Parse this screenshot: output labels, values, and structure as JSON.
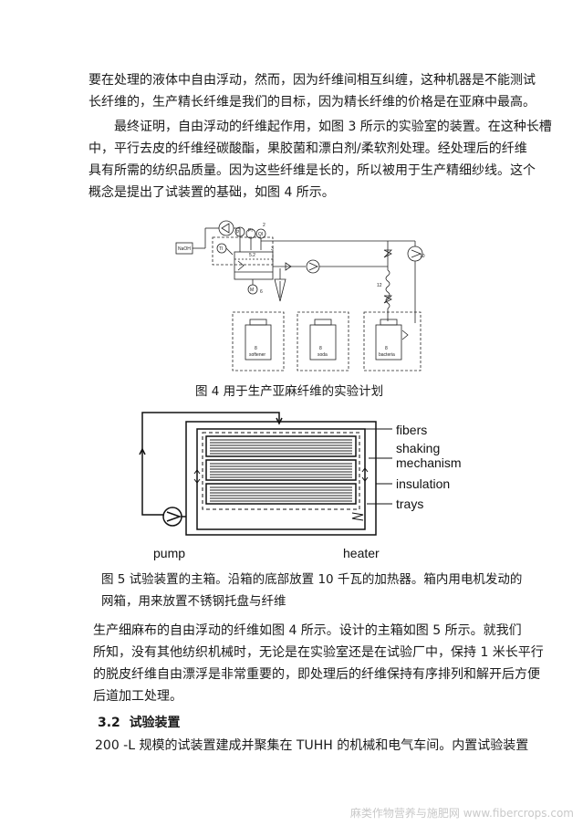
{
  "paragraphs": {
    "p1": [
      "要在处理的液体中自由浮动，然而，因为纤维间相互纠缠，这种机器是不能测试",
      "长纤维的，生产精长纤维是我们的目标，因为精长纤维的价格是在亚麻中最高。"
    ],
    "p2": [
      "最终证明，自由浮动的纤维起作用，如图 3 所示的实验室的装置。在这种长槽",
      "中，平行去皮的纤维经碳酸酯，果胶菌和漂白剂/柔软剂处理。经处理后的纤维",
      "具有所需的纺织品质量。因为这些纤维是长的，所以被用于生产精细纱线。这个",
      "概念是提出了试装置的基础，如图 4 所示。"
    ],
    "p3": [
      "生产细麻布的自由浮动的纤维如图 4 所示。设计的主箱如图 5 所示。就我们",
      "所知，没有其他纺织机械时，无论是在实验室还是在试验厂中，保持 1 米长平行",
      "的脱皮纤维自由漂浮是非常重要的，即处理后的纤维保持有序排列和解开后方便",
      "后道加工处理。"
    ],
    "p4": [
      "200 -L 规模的试装置建成并聚集在 TUHH 的机械和电气车间。内置试验装置"
    ]
  },
  "fig4": {
    "caption": "图 4    用于生产亚麻纤维的实验计划",
    "labels": {
      "naoh": "NaOH",
      "bottle_softener": "softener",
      "bottle_soda": "soda",
      "bottle_bacteria": "bacteria",
      "bottle_num": "8",
      "motor": "M",
      "n1": "1",
      "n2": "2",
      "n3": "3",
      "n4": "4",
      "n5": "5",
      "n6": "6",
      "n52": "5.2",
      "n12": "12",
      "n10": "10",
      "pi": "PI",
      "qi": "QI",
      "ti": "TI",
      "hi": "HI",
      "p": "P"
    }
  },
  "fig5": {
    "caption_lines": [
      "图 5  试验装置的主箱。沿箱的底部放置 10 千瓦的加热器。箱内用电机发动的",
      "网箱，用来放置不锈钢托盘与纤维"
    ],
    "labels": {
      "fibers": "fibers",
      "shaking": "shaking",
      "mechanism": "mechanism",
      "insulation": "insulation",
      "trays": "trays",
      "pump": "pump",
      "heater": "heater"
    }
  },
  "section": {
    "number": "3.2",
    "title": "试验装置"
  },
  "watermark": "麻类作物营养与施肥网 www.fibercrops.com"
}
